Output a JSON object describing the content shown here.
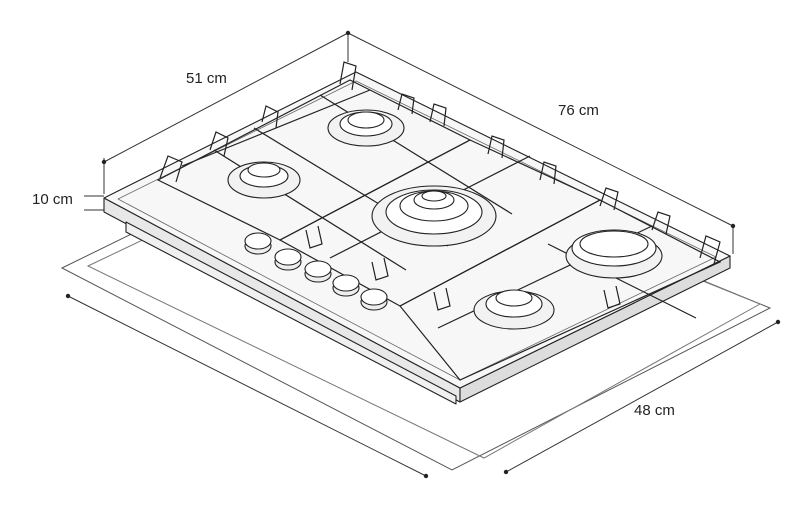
{
  "dimensions": {
    "width": "51 cm",
    "length": "76 cm",
    "height": "10 cm",
    "cutout_depth": "48 cm"
  },
  "appliance": {
    "burners": 5,
    "knobs": 5
  },
  "colors": {
    "line": "#222222",
    "background": "#ffffff",
    "surface": "#f7f7f7"
  }
}
